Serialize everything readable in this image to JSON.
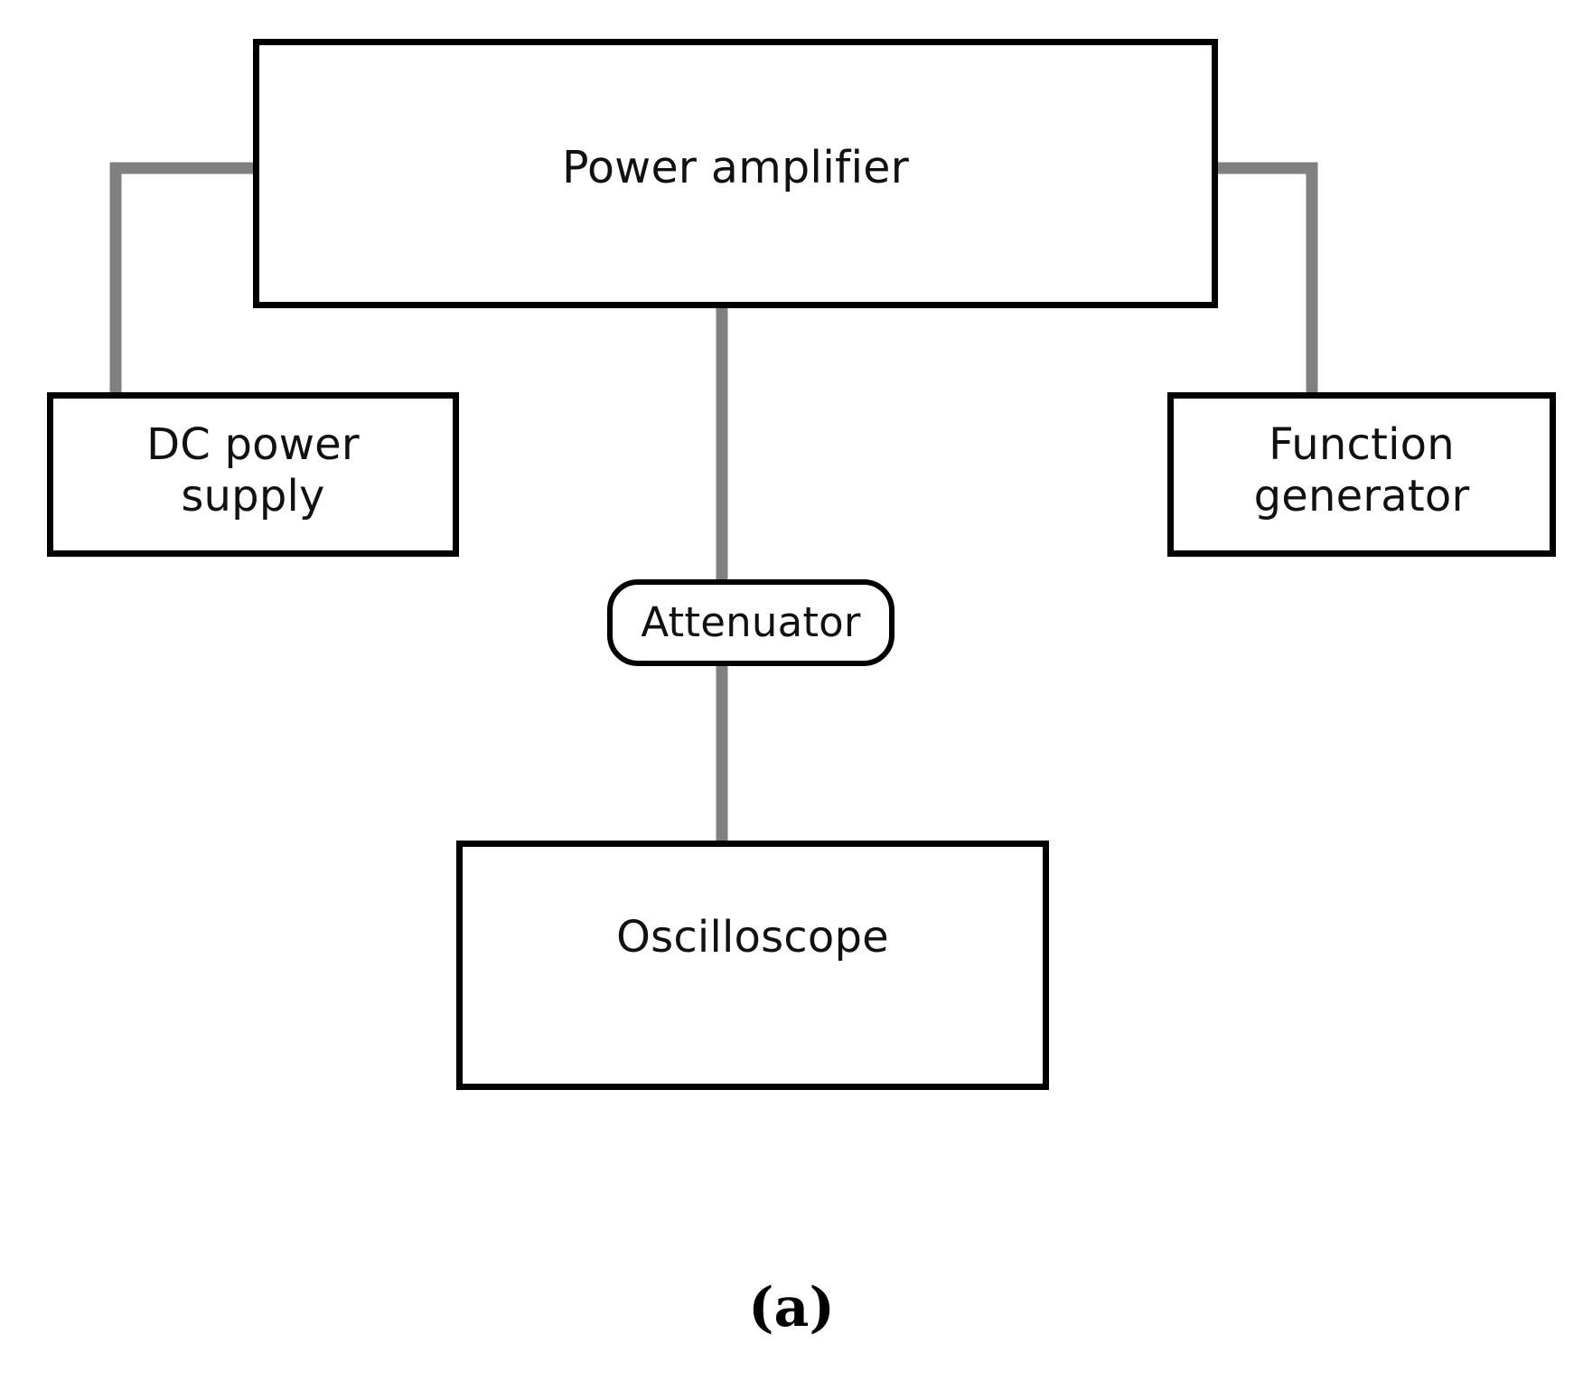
{
  "figure": {
    "caption": "(a)",
    "background_color": "#ffffff",
    "box_border_color": "#000000",
    "wire_color": "#808080",
    "text_color": "#111111"
  },
  "blocks": [
    {
      "id": "power-amplifier",
      "label": "Power amplifier",
      "shape": "rectangle"
    },
    {
      "id": "dc-power-supply",
      "label": "DC power\nsupply",
      "shape": "rectangle"
    },
    {
      "id": "function-generator",
      "label": "Function\ngenerator",
      "shape": "rectangle"
    },
    {
      "id": "attenuator",
      "label": "Attenuator",
      "shape": "rounded-rectangle"
    },
    {
      "id": "oscilloscope",
      "label": "Oscilloscope",
      "shape": "rectangle"
    }
  ],
  "connections": [
    {
      "id": "power-amplifier-to-dc-power-supply",
      "from": "power-amplifier",
      "to": "dc-power-supply",
      "style": "elbow"
    },
    {
      "id": "power-amplifier-to-function-generator",
      "from": "power-amplifier",
      "to": "function-generator",
      "style": "elbow"
    },
    {
      "id": "power-amplifier-to-attenuator",
      "from": "power-amplifier",
      "to": "attenuator",
      "style": "straight"
    },
    {
      "id": "attenuator-to-oscilloscope",
      "from": "attenuator",
      "to": "oscilloscope",
      "style": "straight"
    }
  ]
}
